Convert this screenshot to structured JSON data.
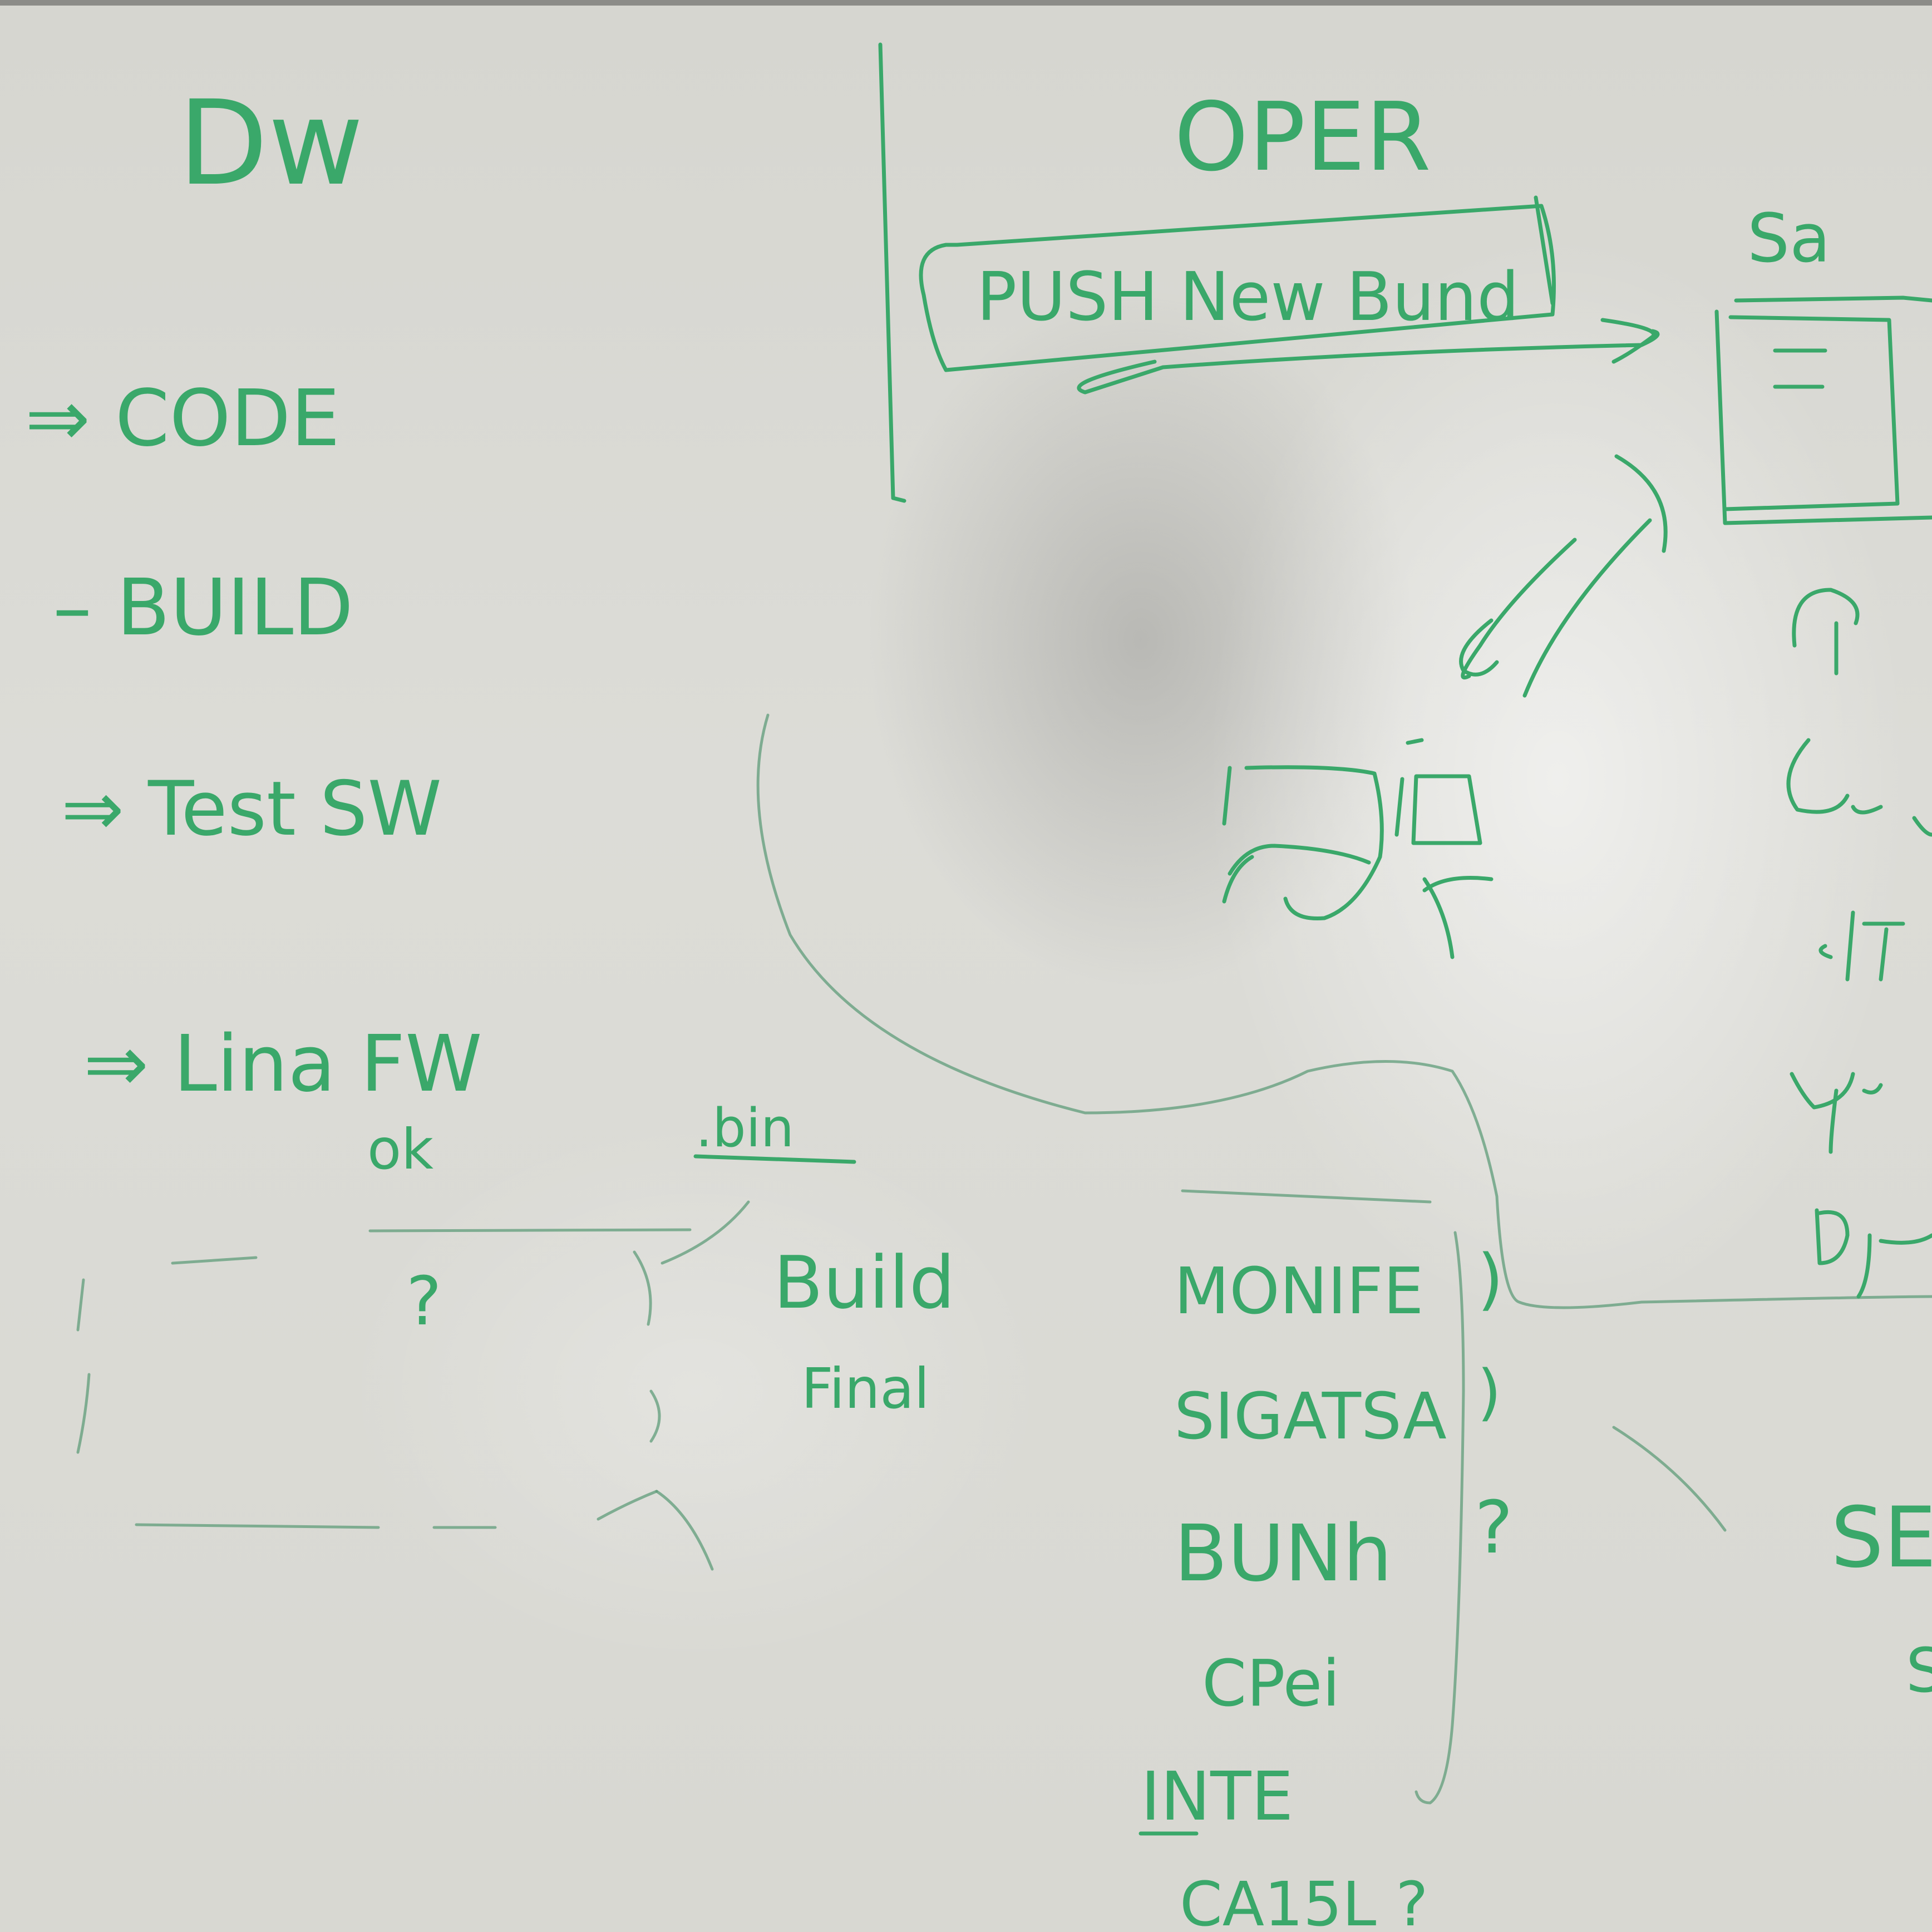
{
  "left_column": {
    "title": "Dw",
    "items": [
      "⇒ CODE",
      "– BUILD",
      "⇒ Test SW",
      "⇒ Lina FW"
    ],
    "sub_ok": "ok",
    "sub_bin": ".bin",
    "question": "?",
    "build_final": [
      "Build",
      "Final"
    ]
  },
  "center": {
    "title": "OPER",
    "boxed_label": "PUSH New Bund",
    "list": [
      "MONIFE",
      "SIGATSA",
      "BUNh",
      "CPei",
      "INTE",
      "CA15L ?"
    ],
    "list_marks": [
      ")",
      ")",
      "?"
    ]
  },
  "right_edge": {
    "title": "Sa",
    "partial": [
      "SE",
      "S"
    ]
  }
}
